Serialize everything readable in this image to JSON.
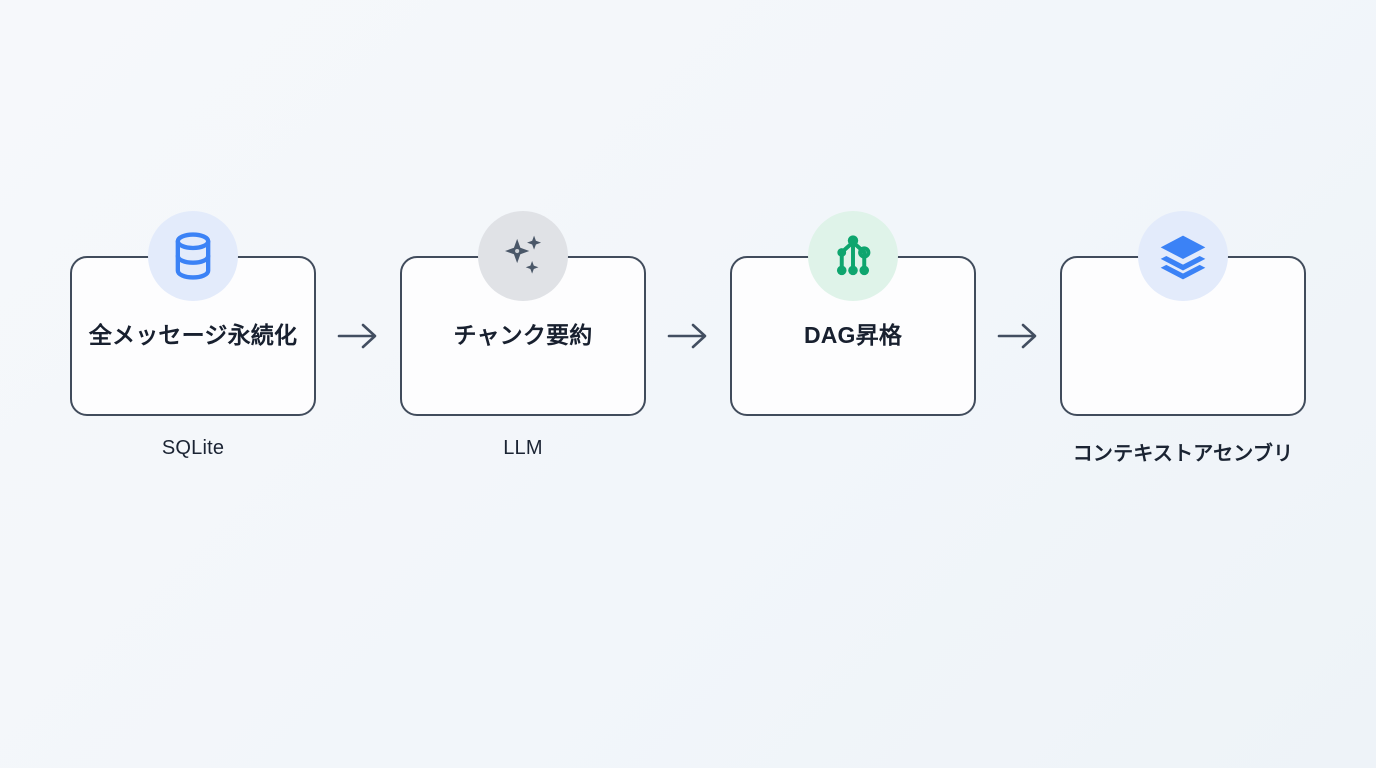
{
  "diagram": {
    "type": "horizontal-flow",
    "background_color": "#f4f7fa",
    "card_border_color": "#414c5c",
    "card_fill_color": "#fdfdfe",
    "arrow_color": "#424e60",
    "title_color": "#18202f",
    "steps": [
      {
        "title": "全メッセージ永続化",
        "caption": "SQLite",
        "caption_bold": false,
        "icon": "database-icon",
        "icon_color": "#3b82f6",
        "badge_color": "#e3ebfb"
      },
      {
        "title": "チャンク要約",
        "caption": "LLM",
        "caption_bold": false,
        "icon": "sparkles-icon",
        "icon_color": "#4a5768",
        "badge_color": "#e0e2e6"
      },
      {
        "title": "DAG昇格",
        "caption": "",
        "caption_bold": false,
        "icon": "graph-tree-icon",
        "icon_color": "#0ea56e",
        "badge_color": "#dff3e9"
      },
      {
        "title": "",
        "caption": "コンテキストアセンブリ",
        "caption_bold": true,
        "icon": "layers-icon",
        "icon_color": "#3b82f6",
        "badge_color": "#e3ebfb"
      }
    ],
    "connectors": [
      {
        "name": "arrow-right-icon"
      },
      {
        "name": "arrow-right-icon"
      },
      {
        "name": "arrow-right-icon"
      }
    ]
  }
}
